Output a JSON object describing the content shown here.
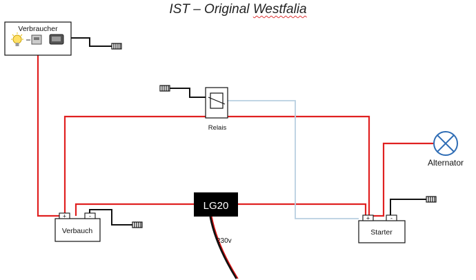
{
  "title": {
    "prefix": "IST – Original ",
    "underlined": "Westfalia"
  },
  "components": {
    "consumers_label": "Verbraucher",
    "relay_label": "Relais",
    "alternator_label": "Alternator",
    "charger_label": "LG20",
    "voltage_label": "230v",
    "house_battery_label": "Verbauch",
    "starter_battery_label": "Starter",
    "plus_symbol": "+",
    "minus_symbol": "-"
  },
  "colors": {
    "positive_wire": "#e02020",
    "control_wire": "#b8cfe0",
    "ground_wire": "#111111",
    "alternator": "#2f6db5",
    "charger_fill": "#000000"
  },
  "icons": [
    "light-bulb-icon",
    "appliance-icon",
    "device-icon",
    "alternator-lamp-icon",
    "ground-connector-icon"
  ]
}
